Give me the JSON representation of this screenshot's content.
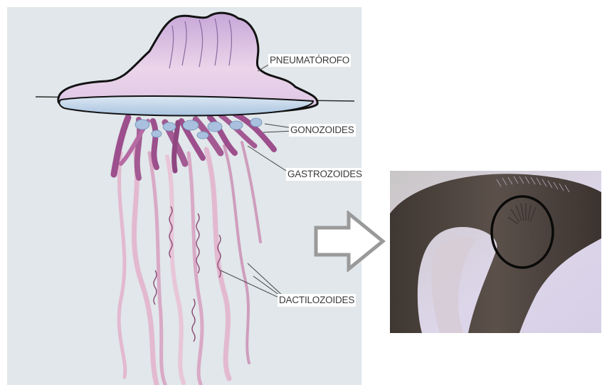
{
  "diagram": {
    "labels": {
      "pneumatophore": "PNEUMATÓROFO",
      "gonozoids": "GONOZOIDES",
      "gastrozoids": "GASTROZOIDES",
      "dactylozoids": "DACTILOZOIDES"
    },
    "colors": {
      "illustration_background": "#e1e7ea",
      "float_fill": "#e8d2e8",
      "float_edge": "#121212",
      "tentacle_dark": "#9c4f8c",
      "tentacle_light": "#e3b9d0",
      "photo_background": "#ddd6ea",
      "specimen": "#4c423c"
    },
    "icons": {
      "arrow": "right-arrow-outline-icon",
      "highlight": "circle-highlight-icon"
    }
  }
}
